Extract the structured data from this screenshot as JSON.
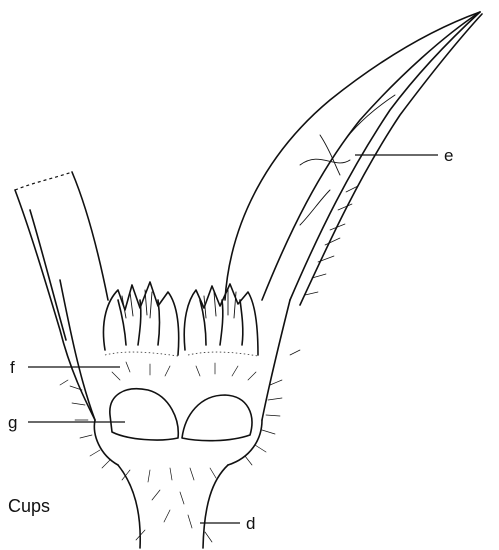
{
  "caption": "Cups",
  "labels": {
    "e": "e",
    "f": "f",
    "g": "g",
    "d": "d"
  },
  "colors": {
    "ink": "#111111",
    "paper": "#ffffff"
  }
}
